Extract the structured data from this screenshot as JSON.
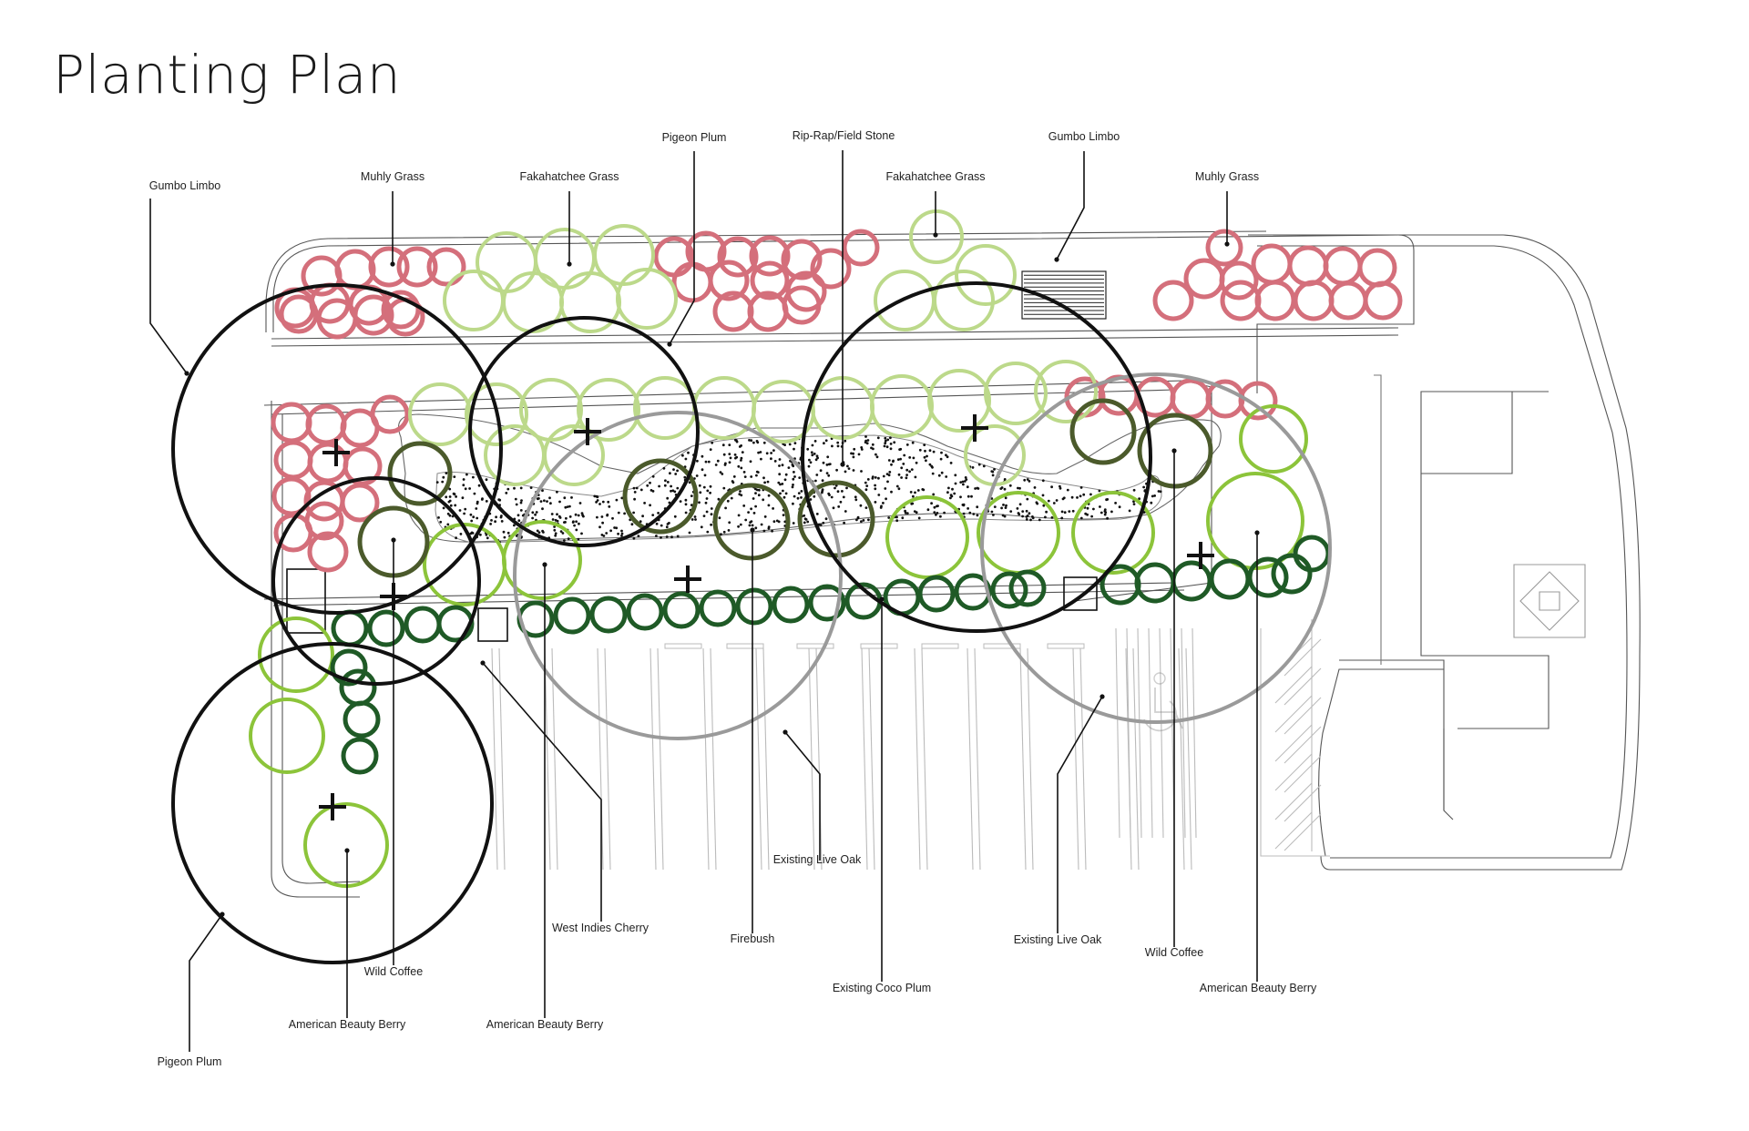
{
  "title": "Planting Plan",
  "legend_colors": {
    "groundcover_grass": "#d46f7b",
    "grass_large": "#bcd98a",
    "shrub_light": "#8cc43a",
    "shrub_dark": "#1f5a26",
    "small_tree": "#4b5a2b",
    "canopy_new": "#111111",
    "canopy_existing": "#9a9a9a",
    "rock_fill": "#111111"
  },
  "labels": [
    {
      "id": "gumbo-limbo-left",
      "text": "Gumbo Limbo"
    },
    {
      "id": "muhly-grass-left",
      "text": "Muhly Grass"
    },
    {
      "id": "fakahatchee-grass-left",
      "text": "Fakahatchee Grass"
    },
    {
      "id": "pigeon-plum-top",
      "text": "Pigeon Plum"
    },
    {
      "id": "rip-rap",
      "text": "Rip-Rap/Field Stone"
    },
    {
      "id": "gumbo-limbo-right",
      "text": "Gumbo Limbo"
    },
    {
      "id": "fakahatchee-grass-right",
      "text": "Fakahatchee Grass"
    },
    {
      "id": "muhly-grass-right",
      "text": "Muhly Grass"
    },
    {
      "id": "existing-live-oak-left",
      "text": "Existing Live Oak"
    },
    {
      "id": "west-indies-cherry",
      "text": "West Indies Cherry"
    },
    {
      "id": "firebush",
      "text": "Firebush"
    },
    {
      "id": "existing-live-oak-right",
      "text": "Existing Live Oak"
    },
    {
      "id": "wild-coffee-right",
      "text": "Wild Coffee"
    },
    {
      "id": "wild-coffee-left",
      "text": "Wild Coffee"
    },
    {
      "id": "existing-coco-plum",
      "text": "Existing Coco Plum"
    },
    {
      "id": "american-beauty-berry-right",
      "text": "American Beauty Berry"
    },
    {
      "id": "american-beauty-berry-left",
      "text": "American Beauty Berry"
    },
    {
      "id": "american-beauty-berry-mid",
      "text": "American Beauty Berry"
    },
    {
      "id": "pigeon-plum-bottom",
      "text": "Pigeon Plum"
    }
  ]
}
